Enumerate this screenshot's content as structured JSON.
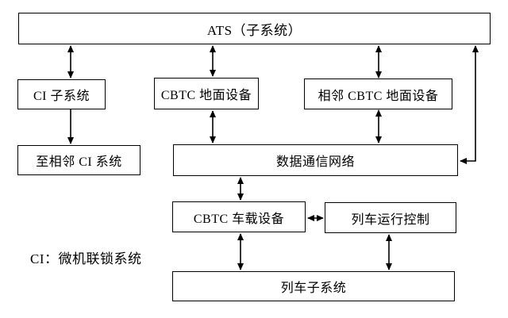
{
  "diagram": {
    "title_note": "CBTC system architecture diagram",
    "colors": {
      "line": "#000000",
      "background": "#ffffff",
      "text": "#000000"
    },
    "nodes": {
      "ats": {
        "label": "ATS（子系统）"
      },
      "ci": {
        "label": "CI 子系统"
      },
      "cbtc_ground": {
        "label": "CBTC 地面设备"
      },
      "adj_cbtc_ground": {
        "label": "相邻 CBTC 地面设备"
      },
      "to_adj_ci": {
        "label": "至相邻 CI 系统"
      },
      "dcn": {
        "label": "数据通信网络"
      },
      "cbtc_onboard": {
        "label": "CBTC 车载设备"
      },
      "train_run_control": {
        "label": "列车运行控制"
      },
      "train_subsystem": {
        "label": "列车子系统"
      }
    },
    "note": "CI：微机联锁系统",
    "edges": [
      {
        "from": "ats",
        "to": "ci",
        "type": "bidirectional"
      },
      {
        "from": "ats",
        "to": "cbtc_ground",
        "type": "bidirectional"
      },
      {
        "from": "ats",
        "to": "adj_cbtc_ground",
        "type": "bidirectional"
      },
      {
        "from": "ats",
        "to": "dcn",
        "type": "bidirectional-elbow-right"
      },
      {
        "from": "ci",
        "to": "to_adj_ci",
        "type": "one-way-down"
      },
      {
        "from": "cbtc_ground",
        "to": "dcn",
        "type": "bidirectional"
      },
      {
        "from": "adj_cbtc_ground",
        "to": "dcn",
        "type": "bidirectional"
      },
      {
        "from": "dcn",
        "to": "cbtc_onboard",
        "type": "bidirectional"
      },
      {
        "from": "cbtc_onboard",
        "to": "train_run_control",
        "type": "bidirectional"
      },
      {
        "from": "cbtc_onboard",
        "to": "train_subsystem",
        "type": "bidirectional"
      },
      {
        "from": "train_run_control",
        "to": "train_subsystem",
        "type": "bidirectional"
      }
    ]
  }
}
